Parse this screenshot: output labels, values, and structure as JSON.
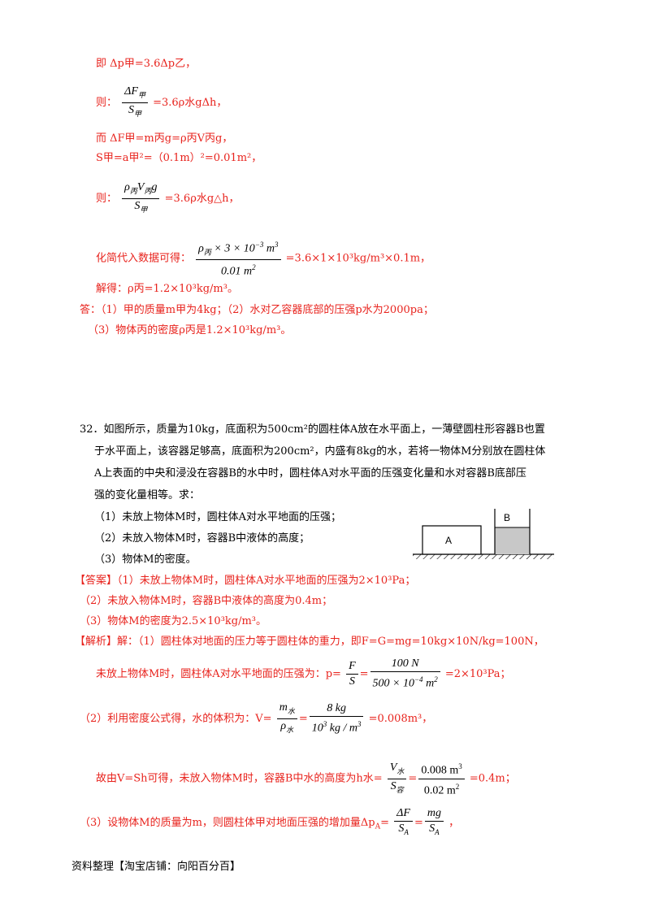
{
  "solution_top": {
    "l1": "即 Δp甲=3.6Δp乙，",
    "l2_prefix": "则：",
    "l2_suffix": "=3.6ρ水gΔh，",
    "l3": "而 ΔF甲=m丙g=ρ丙V丙g，",
    "l4": "S甲=a甲²=（0.1m）²=0.01m²，",
    "l5_prefix": "则：",
    "l5_suffix": "=3.6ρ水g△h，",
    "l6_prefix": "化简代入数据可得：",
    "l6_suffix": "=3.6×1×10³kg/m³×0.1m，",
    "l7": "解得：ρ丙=1.2×10³kg/m³。",
    "l8": "答：（1）甲的质量m甲为4kg；（2）水对乙容器底部的压强p水为2000pa；",
    "l9": "（3）物体丙的密度ρ丙是1.2×10³kg/m³。"
  },
  "problem": {
    "l1": "32．如图所示，质量为10kg，底面积为500cm²的圆柱体A放在水平面上，一薄壁圆柱形容器B也置",
    "l2": "于水平面上，该容器足够高，底面积为200cm²，内盛有8kg的水，若将一物体M分别放在圆柱体",
    "l3": "A上表面的中央和浸没在容器B的水中时，圆柱体A对水平面的压强变化量和水对容器B底部压",
    "l4": "强的变化量相等。求：",
    "q1": "（1）未放上物体M时，圆柱体A对水平地面的压强；",
    "q2": "（2）未放入物体M时，容器B中液体的高度；",
    "q3": "（3）物体M的密度。",
    "label_a": "A",
    "label_b": "B"
  },
  "answer": {
    "tag": "【答案】",
    "a1": "（1）未放上物体M时，圆柱体A对水平地面的压强为2×10³Pa；",
    "a2": "（2）未放入物体M时，容器B中液体的高度为0.4m；",
    "a3": "（3）物体M的密度为2.5×10³kg/m³。"
  },
  "analysis": {
    "tag": "【解析】",
    "s1": "解：（1）圆柱体对地面的压力等于圆柱体的重力，即F=G=mg=10kg×10N/kg=100N，",
    "s2_prefix": "未放上物体M时，圆柱体A对水平地面的压强为：p=",
    "s2_suffix": "=2×10³Pa；",
    "s3_prefix": "（2）利用密度公式得，水的体积为：V=",
    "s3_suffix": "=0.008m³，",
    "s4_prefix": "故由V=Sh可得，未放入物体M时，容器B中水的高度为h水=",
    "s4_suffix": "=0.4m；",
    "s5_prefix": "（3）设物体M的质量为m，则圆柱体甲对地面压强的增加量Δp",
    "s5_sub": "A",
    "s5_eq": "=",
    "s5_suffix": "，"
  },
  "footer": "资料整理【淘宝店铺：向阳百分百】",
  "colors": {
    "red": "#e8231d",
    "black": "#000000",
    "water": "#c8c8c8"
  }
}
